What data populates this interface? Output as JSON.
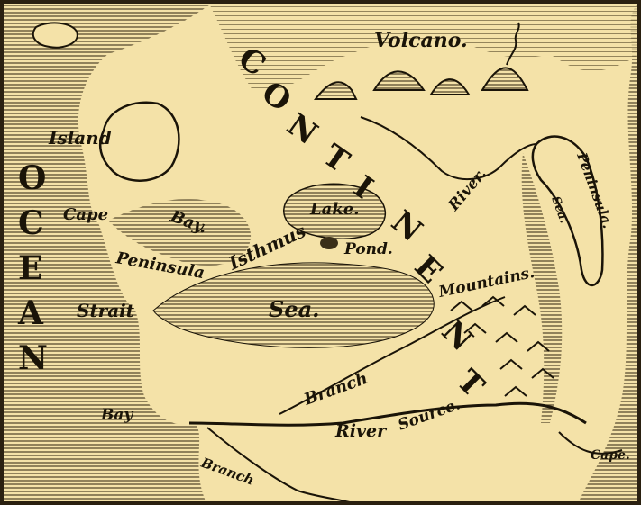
{
  "colors": {
    "paper": "#f4e2a8",
    "ink": "#1a1408",
    "water_hatch": "#6b5d3a",
    "frame": "#2a2010"
  },
  "labels": {
    "volcano": "Volcano.",
    "continent": [
      "C",
      "O",
      "N",
      "T",
      "I",
      "N",
      "E",
      "N",
      "T"
    ],
    "ocean": [
      "O",
      "C",
      "E",
      "A",
      "N"
    ],
    "island": "Island",
    "cape_left": "Cape",
    "bay_upper": "Bay.",
    "lake": "Lake.",
    "pond": "Pond.",
    "river": "River.",
    "peninsula_right": "Peninsula.",
    "sea_right": "Sea.",
    "peninsula_left": "Peninsula",
    "isthmus": "Isthmus",
    "strait": "Strait",
    "sea": "Sea.",
    "mountains": "Mountains.",
    "branch_upper": "Branch",
    "river_lower": "River",
    "source": "Source.",
    "bay_lower": "Bay",
    "branch_lower": "Branch",
    "cape_right": "Cape."
  }
}
